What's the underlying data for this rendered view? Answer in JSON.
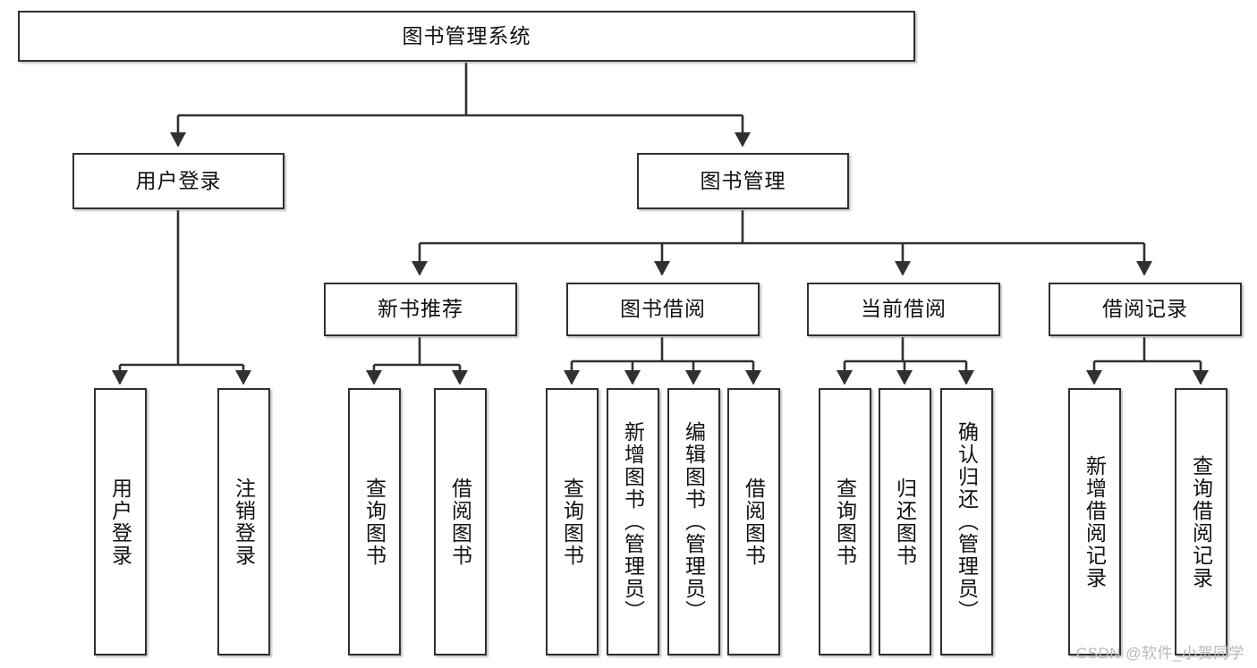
{
  "diagram": {
    "title": "图书管理系统",
    "type": "tree-hierarchy-chart",
    "watermark": "CSDN @软件_小贺同学",
    "colors": {
      "box_border": "#303030",
      "box_fill": "#ffffff",
      "edge": "#303030",
      "text": "#111111",
      "watermark": "#b8b8b8",
      "background": "#ffffff"
    },
    "levels": {
      "root": {
        "label": "图书管理系统"
      },
      "level2": [
        {
          "id": "user-login",
          "label": "用户登录"
        },
        {
          "id": "book-management",
          "label": "图书管理"
        }
      ],
      "level3": [
        {
          "id": "new-book-recommend",
          "label": "新书推荐",
          "parent": "book-management"
        },
        {
          "id": "book-borrow",
          "label": "图书借阅",
          "parent": "book-management"
        },
        {
          "id": "current-borrow",
          "label": "当前借阅",
          "parent": "book-management"
        },
        {
          "id": "borrow-record",
          "label": "借阅记录",
          "parent": "book-management"
        }
      ],
      "leaves": {
        "user_login": [
          {
            "id": "leaf-user-login",
            "label": "用户登录"
          },
          {
            "id": "leaf-logout",
            "label": "注销登录"
          }
        ],
        "new_book_recommend": [
          {
            "id": "leaf-query-book-1",
            "label": "查询图书"
          },
          {
            "id": "leaf-borrow-book-1",
            "label": "借阅图书"
          }
        ],
        "book_borrow": [
          {
            "id": "leaf-query-book-2",
            "label": "查询图书"
          },
          {
            "id": "leaf-add-book",
            "label": "新增图书（管理员）"
          },
          {
            "id": "leaf-edit-book",
            "label": "编辑图书（管理员）"
          },
          {
            "id": "leaf-borrow-book-2",
            "label": "借阅图书"
          }
        ],
        "current_borrow": [
          {
            "id": "leaf-query-book-3",
            "label": "查询图书"
          },
          {
            "id": "leaf-return-book",
            "label": "归还图书"
          },
          {
            "id": "leaf-confirm-return",
            "label": "确认归还（管理员）"
          }
        ],
        "borrow_record": [
          {
            "id": "leaf-add-record",
            "label": "新增借阅记录"
          },
          {
            "id": "leaf-query-record",
            "label": "查询借阅记录"
          }
        ]
      }
    }
  }
}
